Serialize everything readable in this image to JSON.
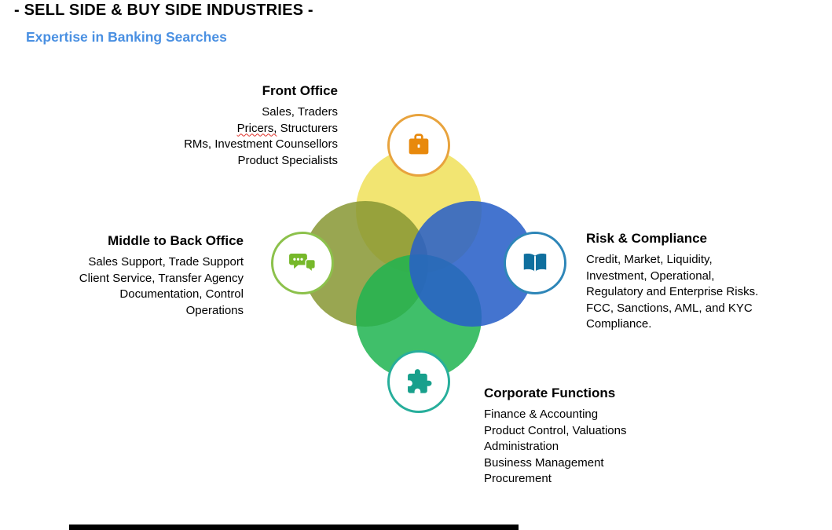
{
  "header": {
    "title": "- SELL SIDE & BUY SIDE INDUSTRIES -",
    "subtitle": "Expertise in Banking Searches"
  },
  "groups": {
    "front_office": {
      "title": "Front Office",
      "l1": "Sales, Traders",
      "l2a": "Pricers,",
      "l2b": " Structurers",
      "l3": "RMs, Investment Counsellors",
      "l4": "Product Specialists",
      "icon": "briefcase-icon",
      "accent": "#E8941A",
      "circle_color": "#F2E572"
    },
    "middle_back_office": {
      "title": "Middle to Back Office",
      "lines": [
        "Sales Support, Trade Support",
        "Client Service, Transfer Agency",
        "Documentation, Control",
        "Operations"
      ],
      "icon": "chat-bubbles-icon",
      "accent": "#76B82A",
      "circle_color": "#98A550"
    },
    "risk_compliance": {
      "title": "Risk & Compliance",
      "lines": [
        "Credit, Market, Liquidity,",
        "Investment, Operational,",
        "Regulatory and Enterprise Risks.",
        "FCC, Sanctions, AML, and KYC",
        "Compliance."
      ],
      "icon": "open-book-icon",
      "accent": "#0F6F9E",
      "circle_color": "#4474CF"
    },
    "corporate_functions": {
      "title": "Corporate Functions",
      "lines": [
        "Finance & Accounting",
        "Product Control, Valuations",
        "Administration",
        "Business Management",
        "Procurement"
      ],
      "icon": "puzzle-icon",
      "accent": "#1FA390",
      "circle_color": "#40BF6A"
    }
  },
  "colors": {
    "subtitle_text": "#4A90E2",
    "badge_front_ring": "#E8A33D",
    "badge_risk_ring": "#2E86B8",
    "badge_corporate_ring": "#27AE9B",
    "badge_middle_ring": "#8CC14B",
    "footer_bar": "#000000"
  }
}
